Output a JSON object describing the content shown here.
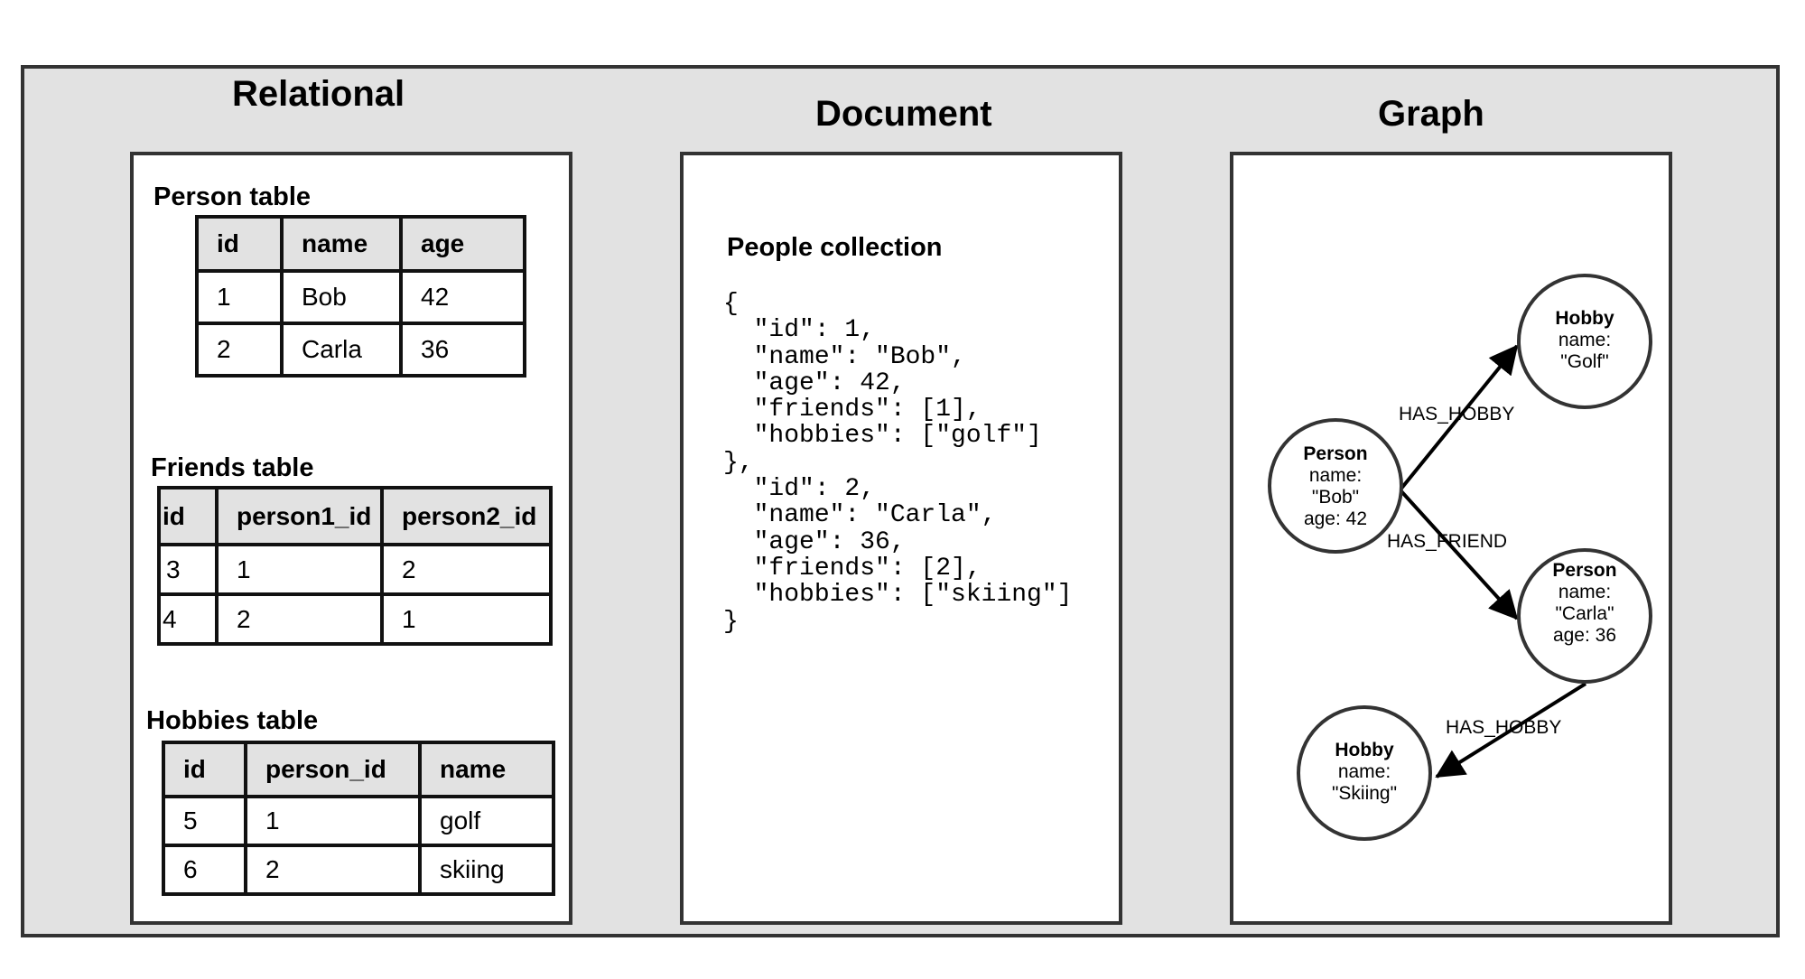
{
  "sections": {
    "relational": "Relational",
    "document": "Document",
    "graph": "Graph"
  },
  "relational": {
    "person_table": {
      "label": "Person table",
      "headers": [
        "id",
        "name",
        "age"
      ],
      "rows": [
        [
          "1",
          "Bob",
          "42"
        ],
        [
          "2",
          "Carla",
          "36"
        ]
      ]
    },
    "friends_table": {
      "label": "Friends table",
      "headers": [
        "id",
        "person1_id",
        "person2_id"
      ],
      "rows": [
        [
          "3",
          "1",
          "2"
        ],
        [
          "4",
          "2",
          "1"
        ]
      ]
    },
    "hobbies_table": {
      "label": "Hobbies table",
      "headers": [
        "id",
        "person_id",
        "name"
      ],
      "rows": [
        [
          "5",
          "1",
          "golf"
        ],
        [
          "6",
          "2",
          "skiing"
        ]
      ]
    }
  },
  "document": {
    "collection_label": "People collection",
    "json_text": "{\n  \"id\": 1,\n  \"name\": \"Bob\",\n  \"age\": 42,\n  \"friends\": [1],\n  \"hobbies\": [\"golf\"]\n},\n  \"id\": 2,\n  \"name\": \"Carla\",\n  \"age\": 36,\n  \"friends\": [2],\n  \"hobbies\": [\"skiing\"]\n}"
  },
  "graph": {
    "nodes": {
      "bob": {
        "title": "Person",
        "lines": [
          "name:",
          "\"Bob\"",
          "age: 42"
        ]
      },
      "golf": {
        "title": "Hobby",
        "lines": [
          "name:",
          "\"Golf\""
        ]
      },
      "carla": {
        "title": "Person",
        "lines": [
          "name:",
          "\"Carla\"",
          "age: 36"
        ]
      },
      "skiing": {
        "title": "Hobby",
        "lines": [
          "name:",
          "\"Skiing\""
        ]
      }
    },
    "edges": {
      "bob_golf": "HAS_HOBBY",
      "bob_carla": "HAS_FRIEND",
      "carla_skiing": "HAS_HOBBY"
    }
  }
}
